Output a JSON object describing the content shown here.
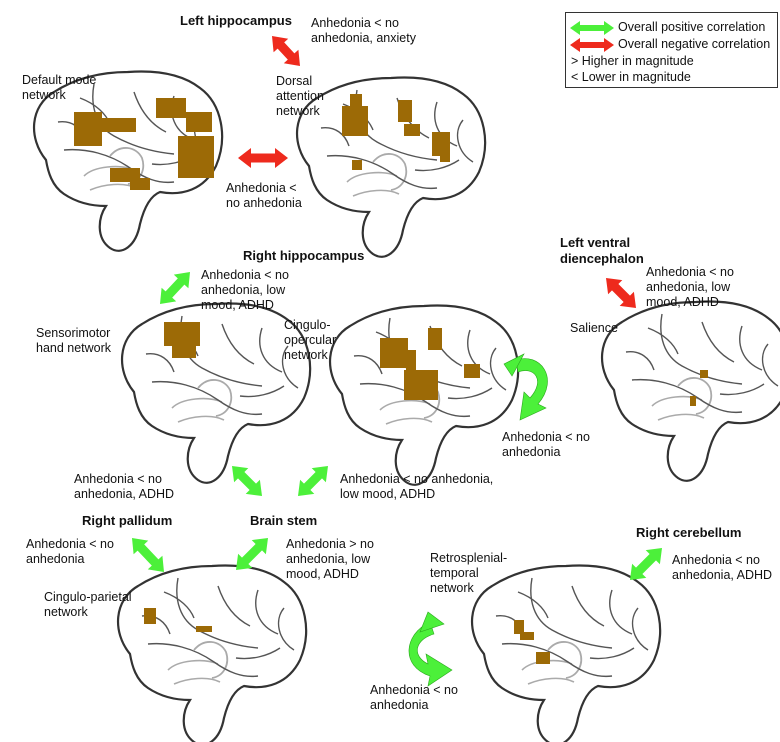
{
  "colors": {
    "positive": "#4cf03a",
    "negative": "#ee2a1d",
    "activation": "#9c6a06",
    "brain_outline": "#333333",
    "sulcus": "#555555",
    "cerebellum": "#aaaaaa"
  },
  "legend": {
    "positive": "Overall positive correlation",
    "negative": "Overall negative correlation",
    "higher": "> Higher in magnitude",
    "lower": "< Lower in magnitude"
  },
  "regions": {
    "left_hippocampus": "Left hippocampus",
    "right_hippocampus": "Right hippocampus",
    "left_ventral_diencephalon": "Left ventral\ndiencephalon",
    "right_pallidum": "Right pallidum",
    "brain_stem": "Brain stem",
    "right_cerebellum": "Right cerebellum"
  },
  "networks": {
    "default_mode": "Default mode\nnetwork",
    "dorsal_attention": "Dorsal\nattention\nnetwork",
    "sensorimotor_hand": "Sensorimotor\nhand network",
    "cingulo_opercular": "Cingulo-\nopercular\nnetwork",
    "salience": "Salience",
    "cingulo_parietal": "Cingulo-parietal\nnetwork",
    "retrosplenial_temporal": "Retrosplenial-\ntemporal\nnetwork"
  },
  "findings": {
    "lh_dan": "Anhedonia < no\n anhedonia, anxiety",
    "dmn_dan": "Anhedonia <\nno anhedonia",
    "rh_smh": "Anhedonia < no\nanhedonia, low\nmood, ADHD",
    "lvd_sal": "Anhedonia < no\nanhedonia, low\nmood, ADHD",
    "co_self": "Anhedonia < no\nanhedonia",
    "smh_bs": "Anhedonia < no\nanhedonia, ADHD",
    "co_bs": "Anhedonia < no anhedonia,\nlow mood, ADHD",
    "rp_cp": "Anhedonia < no\nanhedonia",
    "bs_cp": "Anhedonia > no\nanhedonia, low\nmood, ADHD",
    "rc_rst": "Anhedonia < no\nanhedonia, ADHD",
    "rst_self": "Anhedonia < no\nanhedonia"
  }
}
